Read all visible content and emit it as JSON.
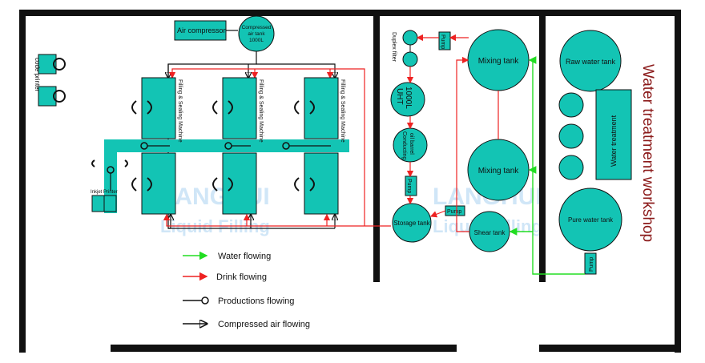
{
  "labels": {
    "code_printer": "code printer",
    "air_compressor": "Air compressor",
    "air_tank": [
      "Compressed",
      "air tank",
      "1000L"
    ],
    "filling_machine": "Filling & Sealing Machine",
    "inkjet_printer": "Inkjet Printer",
    "duplex_filter": "Duplex filter",
    "uht": [
      "UHT",
      "1000L"
    ],
    "conducting_barrel": [
      "Conducting",
      "oil barrel"
    ],
    "pump": "Pump",
    "storage_tank": "Storage tank",
    "mixing_tank": "Mixing tank",
    "shear_tank": "Shear tank",
    "raw_water_tank": "Raw water tank",
    "water_treatment": "Water treatment",
    "pure_water_tank": "Pure water tank",
    "workshop_title": "Water treatment workshop"
  },
  "legend": [
    {
      "label": "Water flowing",
      "color": "#22dd22",
      "marker": "arrow"
    },
    {
      "label": "Drink flowing",
      "color": "#ee2222",
      "marker": "arrow"
    },
    {
      "label": "Productions flowing",
      "color": "#111111",
      "marker": "circle"
    },
    {
      "label": "Compressed air flowing",
      "color": "#111111",
      "marker": "open-arrow"
    }
  ],
  "watermark": {
    "brand": "LANGHUI",
    "tagline": "Liquid Filling"
  },
  "colors": {
    "teal": "#13c4b4",
    "wall": "#111111",
    "water": "#22dd22",
    "drink": "#ee2222",
    "title": "#8b1a1a"
  }
}
